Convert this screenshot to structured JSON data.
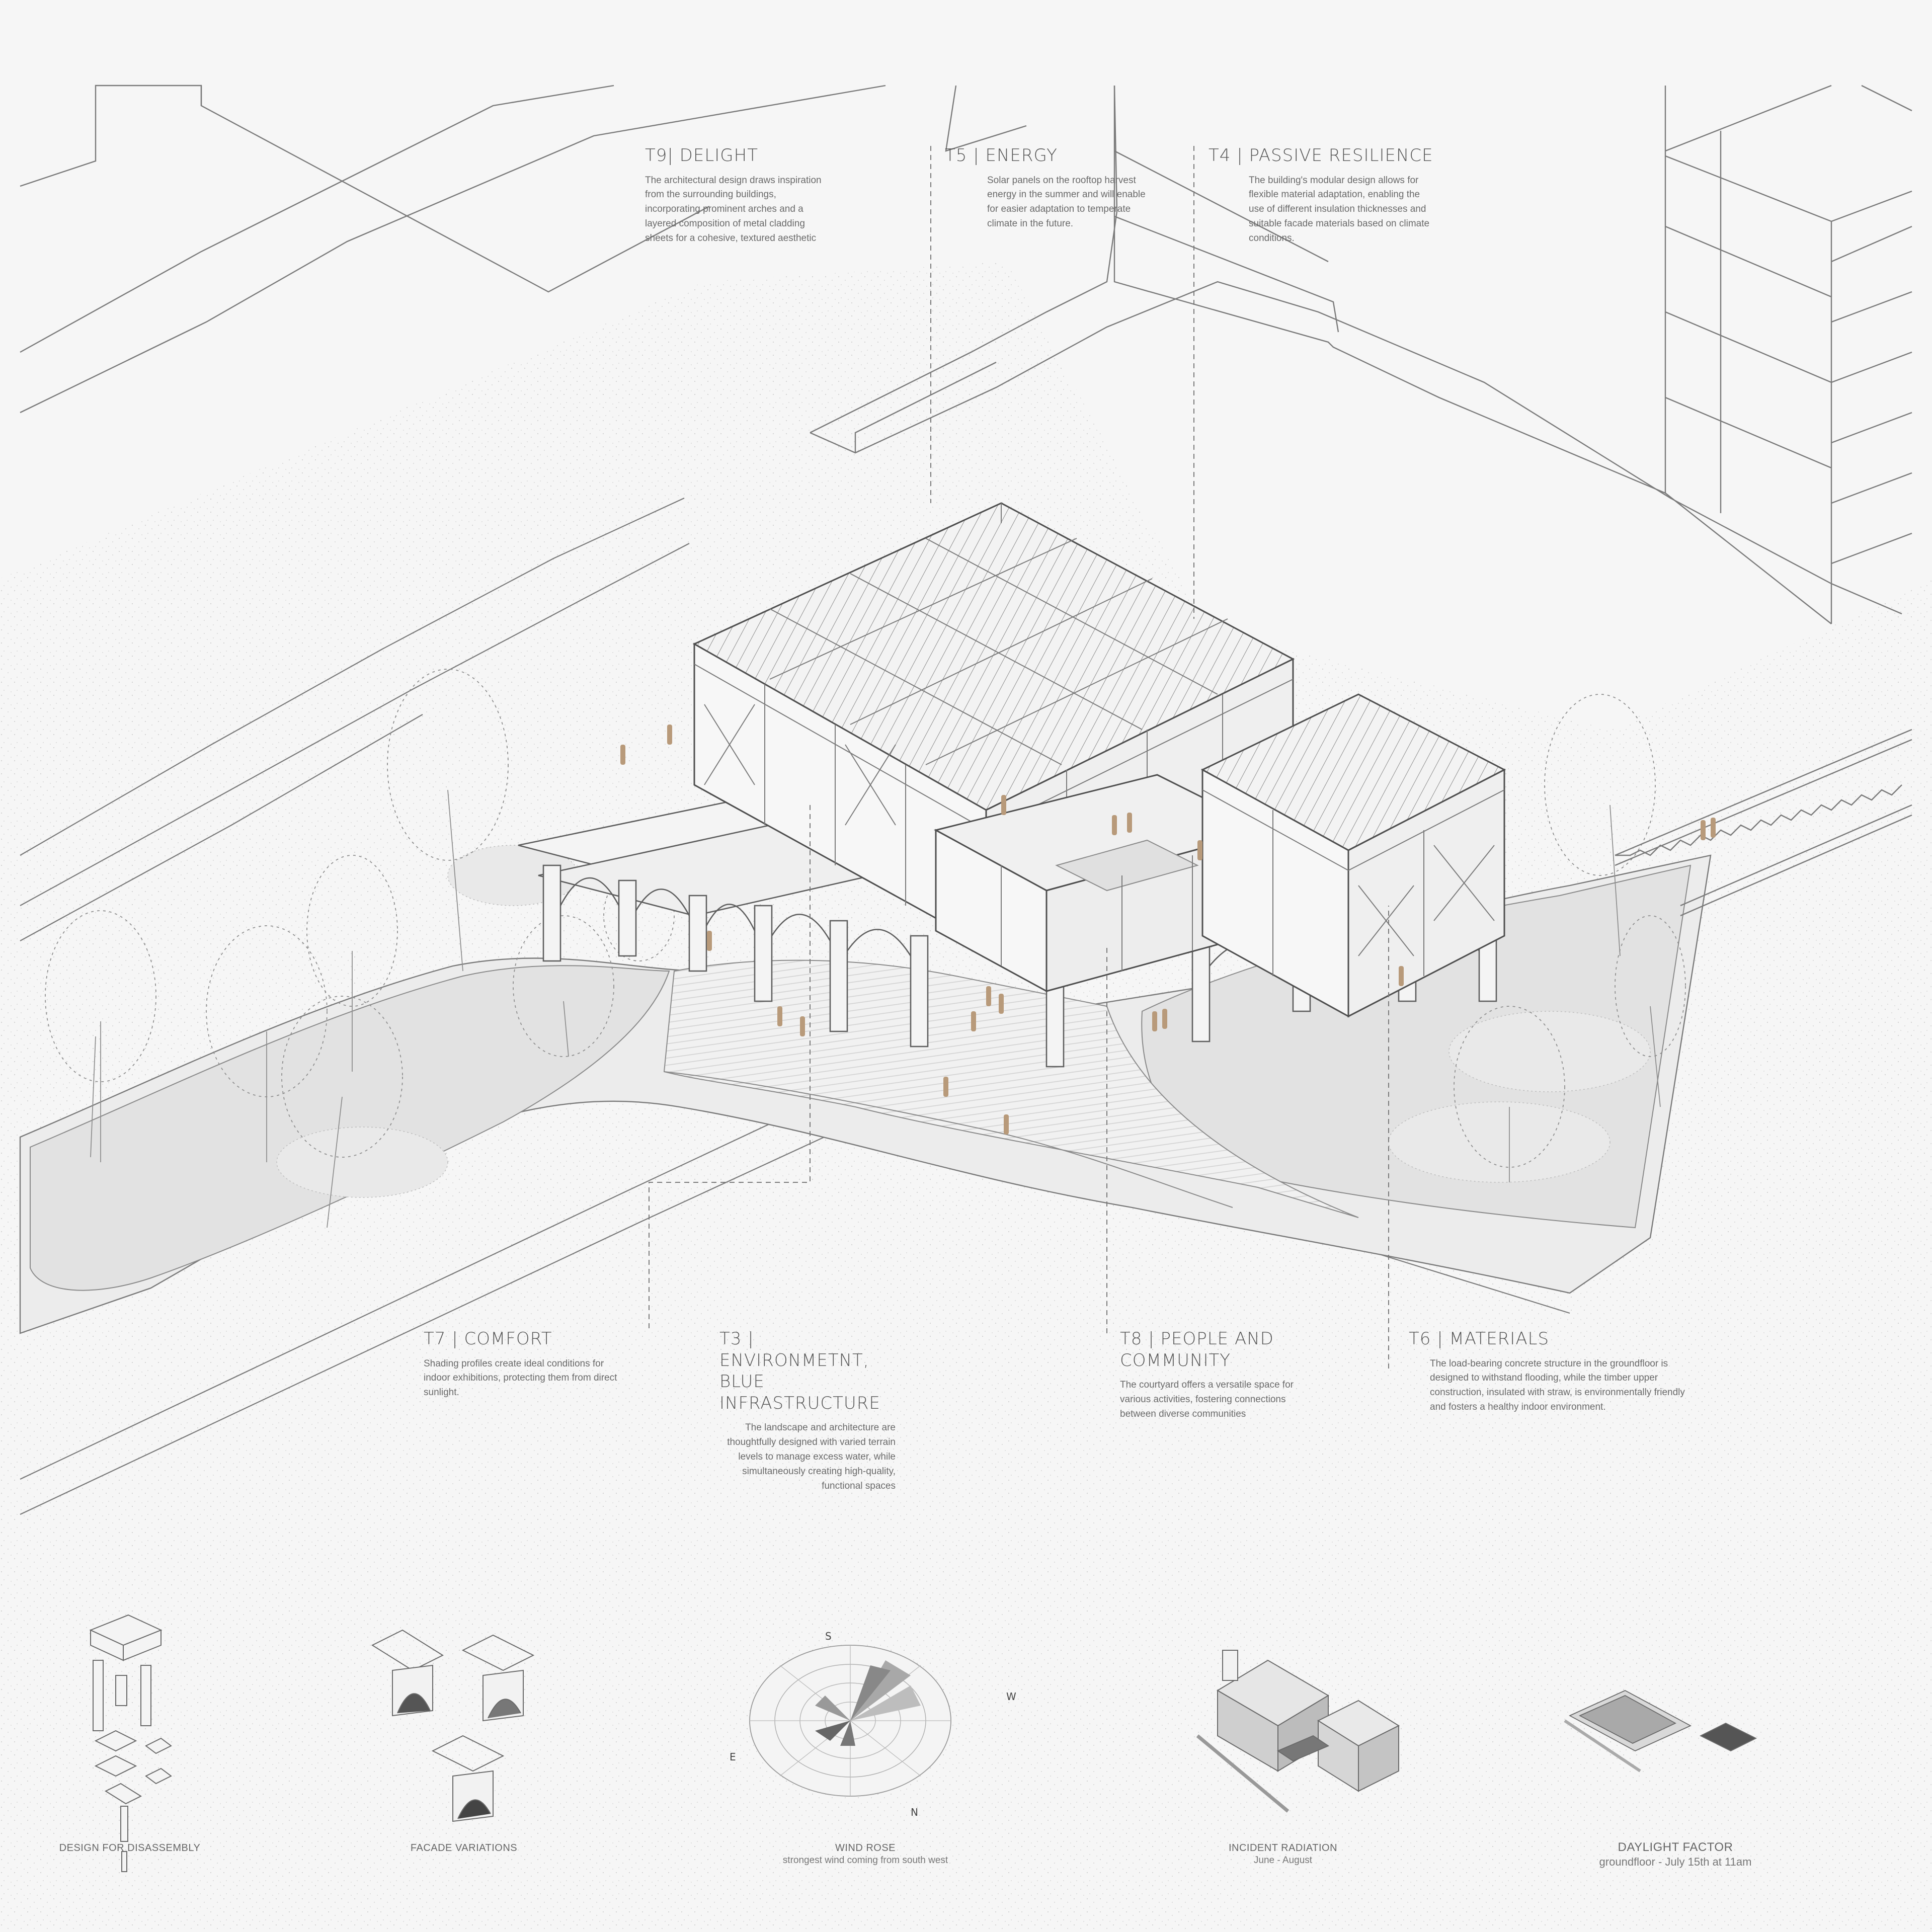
{
  "annotations": [
    {
      "id": "t9",
      "title": "T9| DELIGHT",
      "text": "The architectural design draws inspiration\nfrom the surrounding buildings,\nincorporating prominent arches and a\nlayered composition of metal cladding\nsheets for a cohesive, textured aesthetic"
    },
    {
      "id": "t5",
      "title": "T5 |  ENERGY",
      "text": "Solar panels on the rooftop harvest\nenergy  in the summer and will enable\nfor easier adaptation to temperate\nclimate in the future."
    },
    {
      "id": "t4",
      "title": "T4 |  PASSIVE RESILIENCE",
      "text": "The building's modular design allows for\nflexible material adaptation, enabling the\nuse of different insulation thicknesses and\nsuitable facade materials based on climate\nconditions."
    },
    {
      "id": "t7",
      "title": "T7 | COMFORT",
      "text": "Shading profiles create ideal conditions for\nindoor exhibitions, protecting them from direct\nsunlight."
    },
    {
      "id": "t3",
      "title": "T3 |  ENVIRONMETNT,\nBLUE INFRASTRUCTURE",
      "text": "The landscape and architecture are\nthoughtfully designed with varied terrain\nlevels to manage excess water, while\nsimultaneously creating high-quality,\nfunctional spaces"
    },
    {
      "id": "t8",
      "title": "T8 | PEOPLE AND\nCOMMUNITY",
      "text": "The courtyard offers a versatile space for\nvarious activities, fostering connections\nbetween diverse communities"
    },
    {
      "id": "t6",
      "title": "T6 | MATERIALS",
      "text": "The load-bearing concrete structure in the groundfloor is\ndesigned to withstand flooding, while the timber upper\nconstruction, insulated with straw, is environmentally friendly\nand fosters a healthy indoor environment."
    }
  ],
  "diagrams": [
    {
      "id": "disassembly",
      "label": "DESIGN FOR DISASSEMBLY",
      "sub": ""
    },
    {
      "id": "facade",
      "label": "FACADE VARIATIONS",
      "sub": ""
    },
    {
      "id": "windrose",
      "label": "WIND ROSE",
      "sub": "strongest wind coming from south west"
    },
    {
      "id": "radiation",
      "label": "INCIDENT RADIATION",
      "sub": "June - August"
    },
    {
      "id": "daylight",
      "label": "DAYLIGHT FACTOR",
      "sub": "groundfloor - July 15th at 11am"
    }
  ],
  "compass": {
    "s": "S",
    "w": "W",
    "e": "E",
    "n": "N"
  },
  "colors": {
    "background": "#f6f6f6",
    "line": "#6a6a6a",
    "landscape": "#e6e6e6",
    "figure": "#b89a7a"
  }
}
